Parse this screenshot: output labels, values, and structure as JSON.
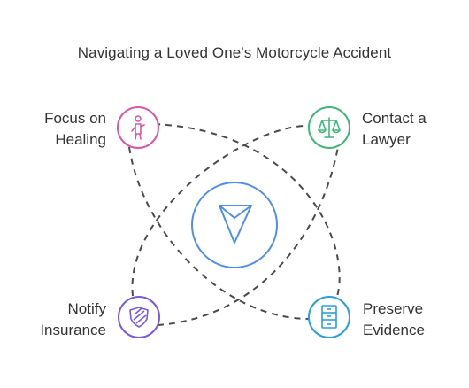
{
  "title": "Navigating a Loved One's Motorcycle Accident",
  "colors": {
    "healing": "#d957a6",
    "lawyer": "#3fb77d",
    "insurance": "#7a5ae0",
    "evidence": "#2b9fd9",
    "center": "#4f8fe6",
    "connector": "#4a4a4a"
  },
  "nodes": {
    "healing": {
      "line1": "Focus on",
      "line2": "Healing",
      "icon": "person-icon"
    },
    "lawyer": {
      "line1": "Contact a",
      "line2": "Lawyer",
      "icon": "scales-icon"
    },
    "insurance": {
      "line1": "Notify",
      "line2": "Insurance",
      "icon": "shield-icon"
    },
    "evidence": {
      "line1": "Preserve",
      "line2": "Evidence",
      "icon": "cabinet-icon"
    }
  },
  "center": {
    "icon": "navigation-arrow-icon"
  }
}
